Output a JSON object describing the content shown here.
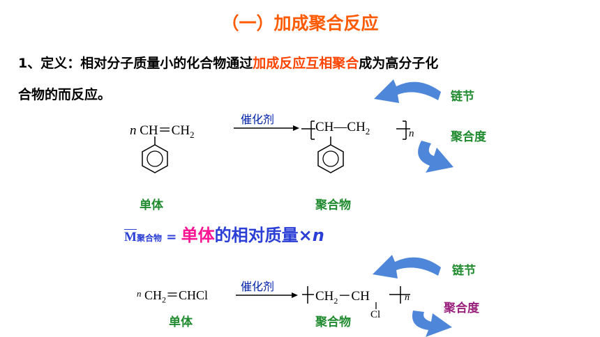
{
  "title": "（一）加成聚合反应",
  "definition": {
    "prefix": "1、定义：相对分子质量小的化合物通过",
    "highlight": "加成反应互相聚合",
    "suffix": "成为高分子化",
    "line2": "合物的而反应。"
  },
  "reaction1": {
    "reactant_n": "n",
    "reactant": "CH＝CH",
    "reactant_sub": "2",
    "catalyst": "催化剂",
    "product": "CH—CH",
    "product_sub": "2",
    "product_n": "n",
    "monomer_label": "单体",
    "polymer_label": "聚合物",
    "chain_unit_label": "链节",
    "degree_label": "聚合度"
  },
  "formula": {
    "m": "M",
    "m_sub": "聚合物",
    "equals": " = ",
    "monomer": "单体",
    "rest": "的相对质量×",
    "n": "n"
  },
  "reaction2": {
    "reactant_n": "n",
    "reactant": "CH",
    "reactant_sub": "2",
    "reactant_rest": "＝CHCl",
    "catalyst": "催化剂",
    "product_a": "CH",
    "product_sub": "2",
    "product_dash": "－",
    "product_b": "CH",
    "product_n": "n",
    "substituent": "Cl",
    "monomer_label": "单体",
    "polymer_label": "聚合物",
    "chain_unit_label": "链节",
    "degree_label": "聚合度"
  },
  "colors": {
    "title": "#ff5a00",
    "highlight": "#ff4400",
    "label_green": "#1f8a2e",
    "label_purple": "#9a1f7d",
    "arrow_blue": "#4e86d9",
    "formula_pink": "#ff1493",
    "formula_blue": "#2b3fd6"
  }
}
